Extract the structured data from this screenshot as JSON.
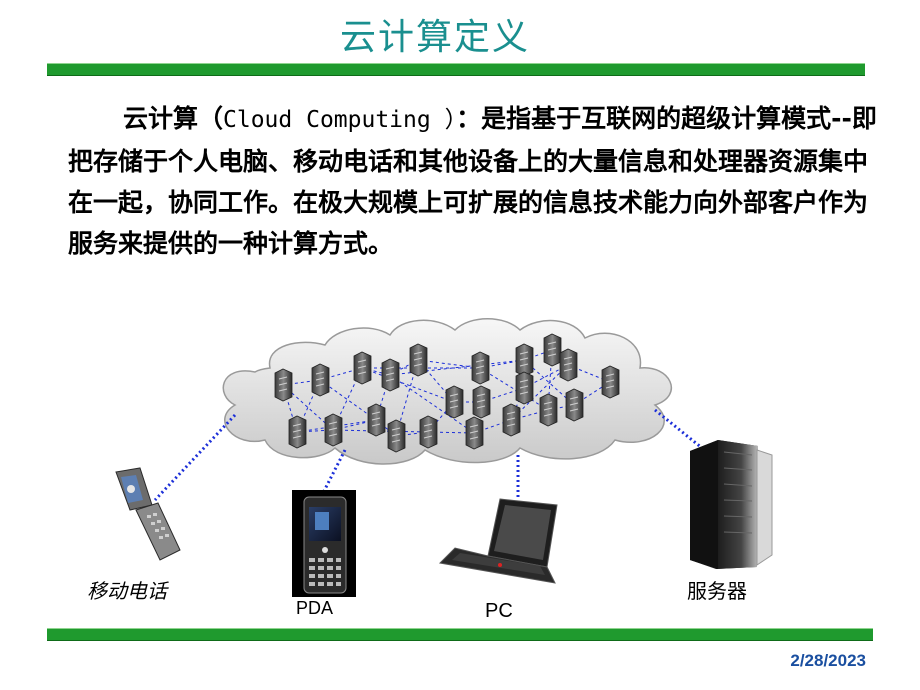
{
  "slide": {
    "title": "云计算定义",
    "paragraph_lead": "云计算（",
    "paragraph_latin": "Cloud Computing ）",
    "paragraph_rest": "：是指基于互联网的超级计算模式--即把存储于个人电脑、移动电话和其他设备上的大量信息和处理器资源集中在一起，协同工作。在极大规模上可扩展的信息技术能力向外部客户作为服务来提供的一种计算方式。",
    "date": "2/28/2023"
  },
  "diagram": {
    "labels": {
      "mobile": "移动电话",
      "pda": "PDA",
      "pc": "PC",
      "server": "服务器"
    },
    "icons": [
      "cloud-icon",
      "server-node-icon",
      "mobile-phone-icon",
      "pda-icon",
      "laptop-icon",
      "server-rack-icon"
    ]
  },
  "colors": {
    "title": "#1a8f8f",
    "bar": "#1f9a2e",
    "link": "#1c2fd8",
    "date": "#1a4fa0"
  }
}
